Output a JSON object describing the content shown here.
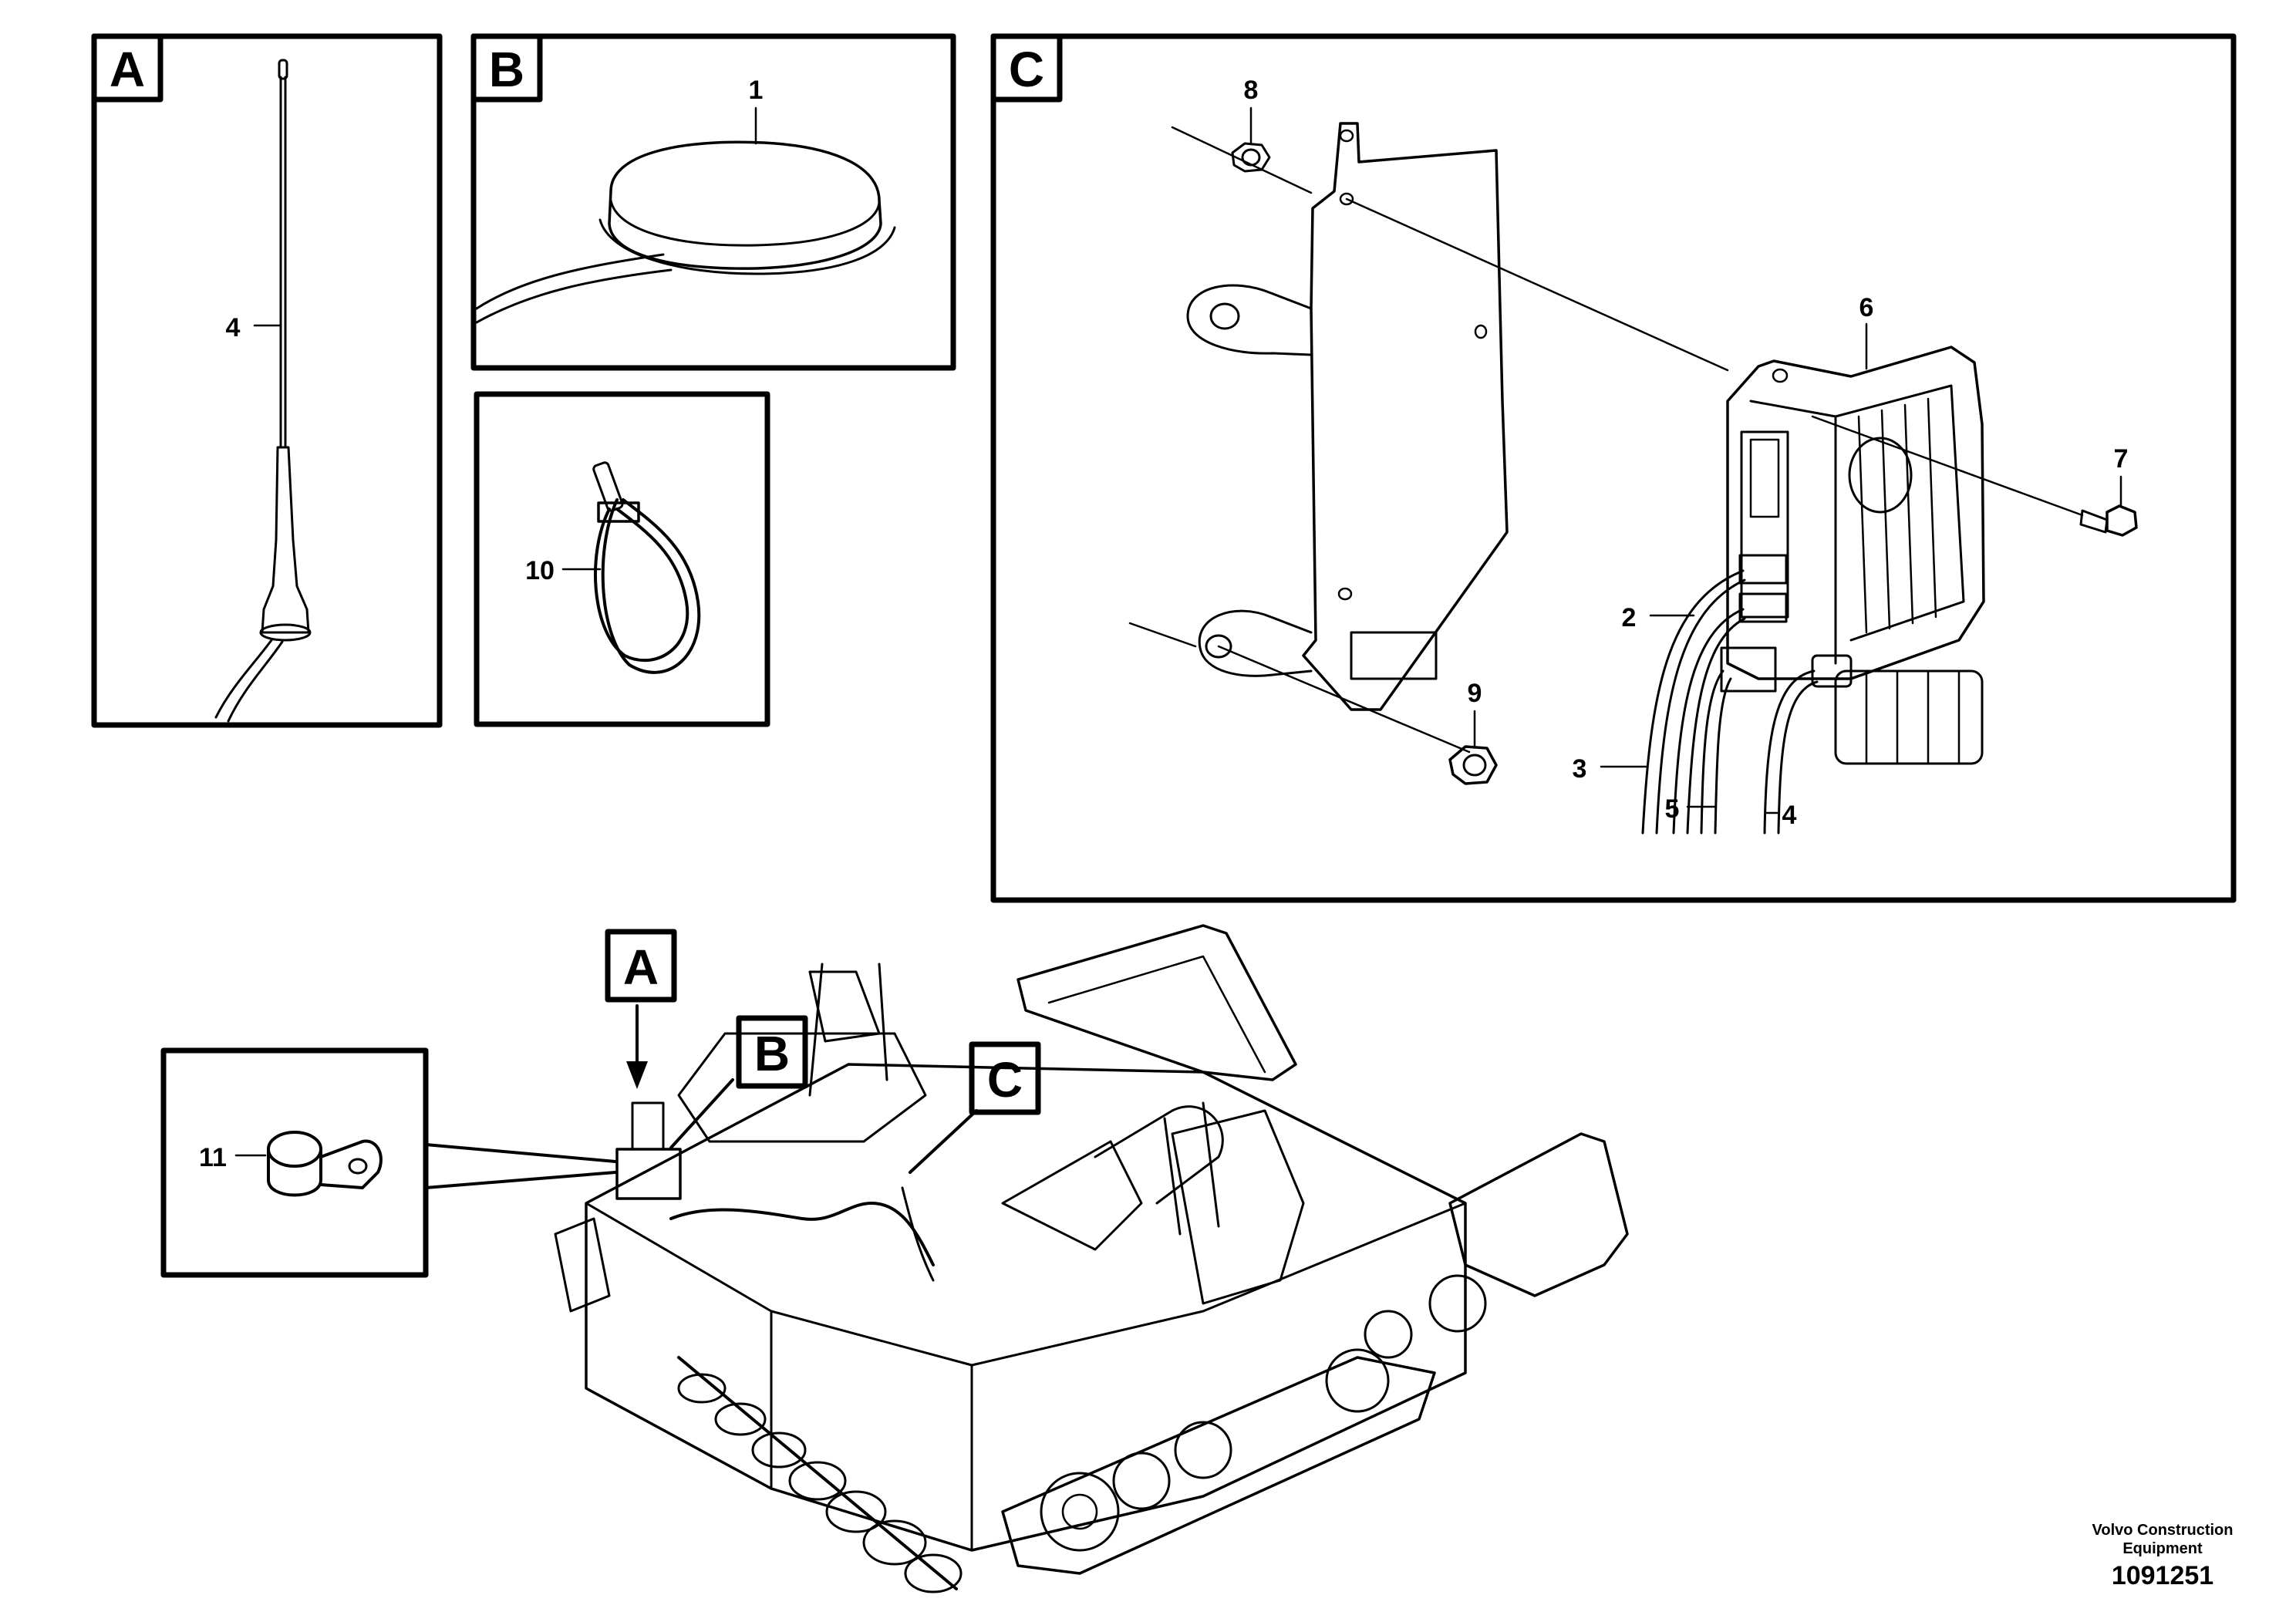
{
  "panels": {
    "A": {
      "letter": "A",
      "callouts": [
        "4"
      ]
    },
    "B": {
      "letter": "B",
      "callouts": [
        "1"
      ]
    },
    "C": {
      "letter": "C",
      "callouts": [
        "8",
        "6",
        "7",
        "2",
        "9",
        "3",
        "5",
        "4"
      ]
    },
    "tie": {
      "callouts": [
        "10"
      ]
    },
    "clamp": {
      "callouts": [
        "11"
      ]
    }
  },
  "machine_flags": [
    "A",
    "B",
    "C"
  ],
  "footer": {
    "company_line1": "Volvo Construction",
    "company_line2": "Equipment",
    "drawing_number": "1091251"
  }
}
